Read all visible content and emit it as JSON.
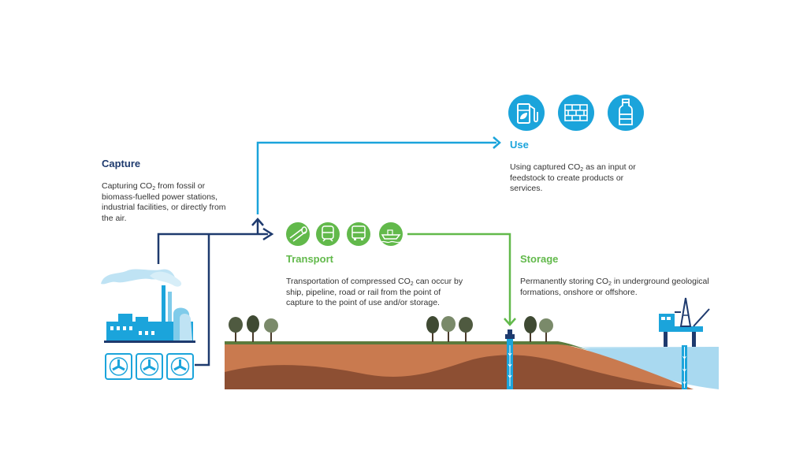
{
  "colors": {
    "capture": "#1e3a6e",
    "use": "#1ba4db",
    "transport": "#62b94b",
    "storage": "#62b94b",
    "ground_top": "#c97a4f",
    "ground_bottom": "#8d4f33",
    "water": "#bfe3f4",
    "tree": "#4f5a40",
    "grass": "#5b7a3c"
  },
  "capture": {
    "title": "Capture",
    "desc_pre": "Capturing CO",
    "desc_sub": "2",
    "desc_post": " from fossil or biomass-fuelled power stations, industrial facilities, or directly from the air."
  },
  "use": {
    "title": "Use",
    "desc_pre": "Using captured CO",
    "desc_sub": "2",
    "desc_post": " as an input or feedstock to create products or services.",
    "icons": [
      "fuel-pump-leaf-icon",
      "bricks-icon",
      "plastic-bottle-icon"
    ]
  },
  "transport": {
    "title": "Transport",
    "desc_pre": "Transportation of compressed CO",
    "desc_sub": "2",
    "desc_post": " can occur by ship, pipeline, road or rail from the point of capture to the point of use and/or storage.",
    "icons": [
      "pipeline-icon",
      "train-icon",
      "truck-icon",
      "ship-icon"
    ]
  },
  "storage": {
    "title": "Storage",
    "desc_pre": "Permanently storing CO",
    "desc_sub": "2",
    "desc_post": " in underground geological formations, onshore or offshore."
  }
}
